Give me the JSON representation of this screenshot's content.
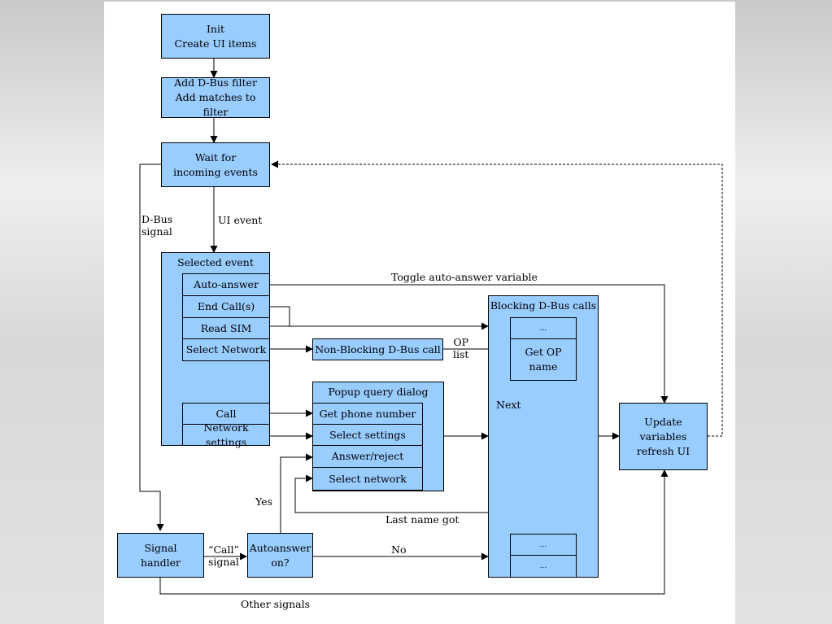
{
  "boxes": {
    "init": [
      "Init",
      "Create UI items"
    ],
    "dbus_filter": [
      "Add D-Bus filter",
      "Add matches to filter"
    ],
    "wait": [
      "Wait for",
      "incoming events"
    ],
    "selected_event": {
      "title": "Selected event",
      "items": [
        "Auto-answer",
        "End Call(s)",
        "Read SIM",
        "Select Network"
      ],
      "items2": [
        "Call",
        "Network settings"
      ]
    },
    "non_blocking": "Non-Blocking D-Bus call",
    "popup": {
      "title": "Popup query dialog",
      "items": [
        "Get phone number",
        "Select settings",
        "Answer/reject",
        "Select network"
      ]
    },
    "blocking": {
      "title": "Blocking D-Bus calls",
      "slot_top": "...",
      "get_op": [
        "Get OP",
        "name"
      ],
      "slot_bottom_1": "...",
      "slot_bottom_2": "..."
    },
    "update": [
      "Update variables",
      "refresh UI"
    ],
    "signal_handler": [
      "Signal",
      "handler"
    ],
    "autoanswer": [
      "Autoanswer",
      "on?"
    ]
  },
  "labels": {
    "dbus_signal": [
      "D-Bus",
      "signal"
    ],
    "ui_event": "UI event",
    "toggle": "Toggle auto-answer variable",
    "op_list": [
      "OP",
      "list"
    ],
    "next": "Next",
    "yes": "Yes",
    "last_name": "Last name got",
    "call_signal": [
      "“Call”",
      "signal"
    ],
    "no": "No",
    "other_signals": "Other signals"
  }
}
